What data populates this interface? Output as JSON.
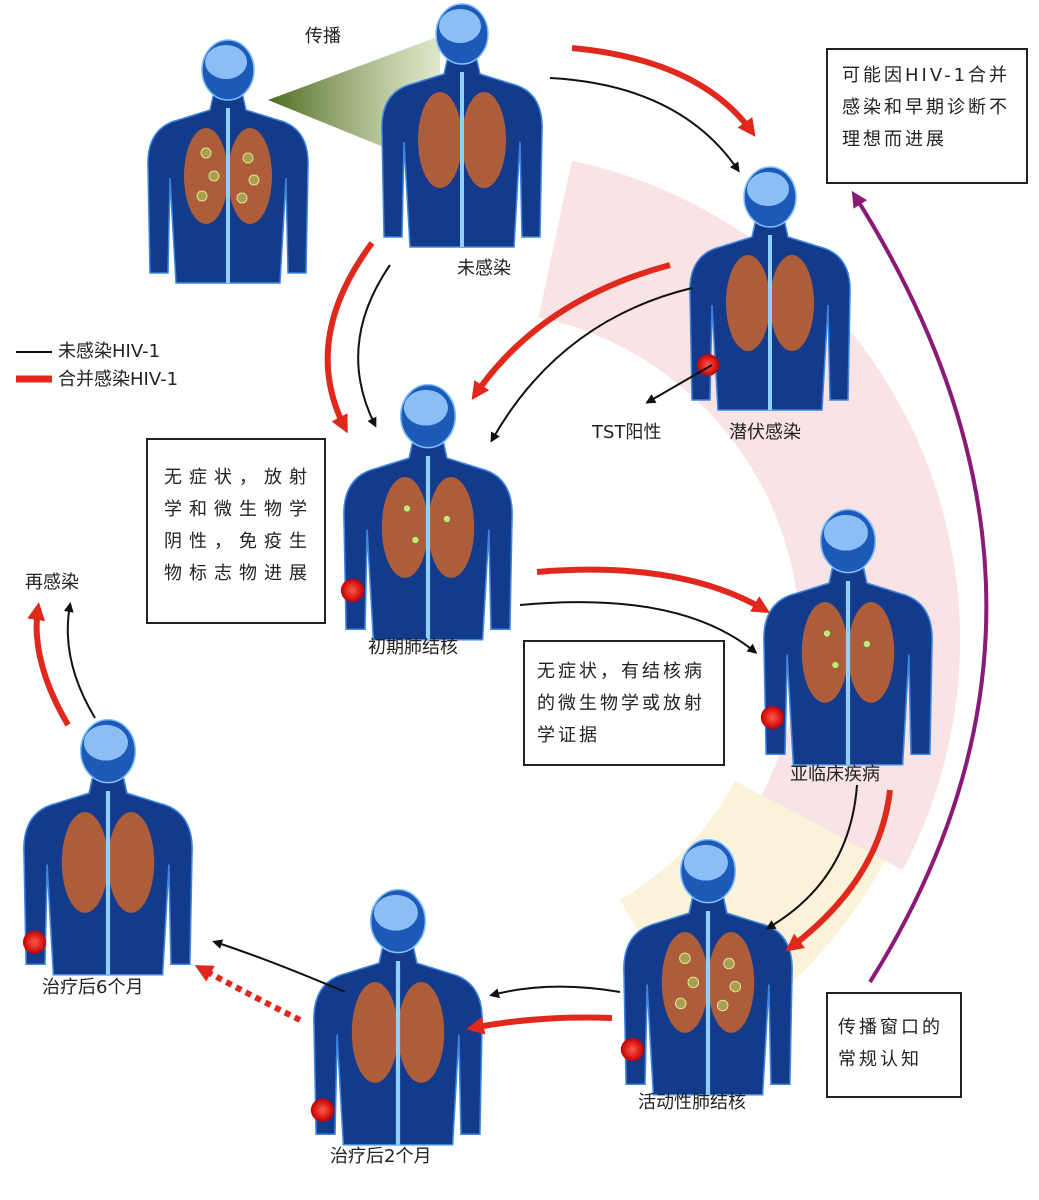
{
  "colors": {
    "black_arrow": "#111111",
    "red_arrow": "#e0281c",
    "purple_arrow": "#8a1a78",
    "pink_band": "#f7d9dc",
    "yellow_band": "#fbf1d6",
    "transmission_cone": "#7a9a3a",
    "body": "#143a8c",
    "lungs": "#c8642c",
    "lesion_dot": "#e01010"
  },
  "legend": {
    "items": [
      {
        "label": "未感染HIV-1",
        "style": "thin-black-line"
      },
      {
        "label": "合并感染HIV-1",
        "style": "thick-red-line"
      }
    ]
  },
  "labels": {
    "transmission": "传播",
    "uninfected": "未感染",
    "tst_positive": "TST阳性",
    "latent": "潜伏感染",
    "early_tb": "初期肺结核",
    "subclinical": "亚临床疾病",
    "active_tb": "活动性肺结核",
    "after_2_months": "治疗后2个月",
    "after_6_months": "治疗后6个月",
    "reinfection": "再感染"
  },
  "boxes": {
    "hiv_progress": [
      "可能因HIV-1合并",
      "感染和早期诊断不",
      "理想而进展"
    ],
    "early_desc": [
      "无症状，放射",
      "学和微生物学",
      "阴性，免疫生",
      "物标志物进展"
    ],
    "subclinical_desc": [
      "无症状，有结核病",
      "的微生物学或放射",
      "学证据"
    ],
    "transmission_window": [
      "传播窗口的",
      "常规认知"
    ]
  }
}
